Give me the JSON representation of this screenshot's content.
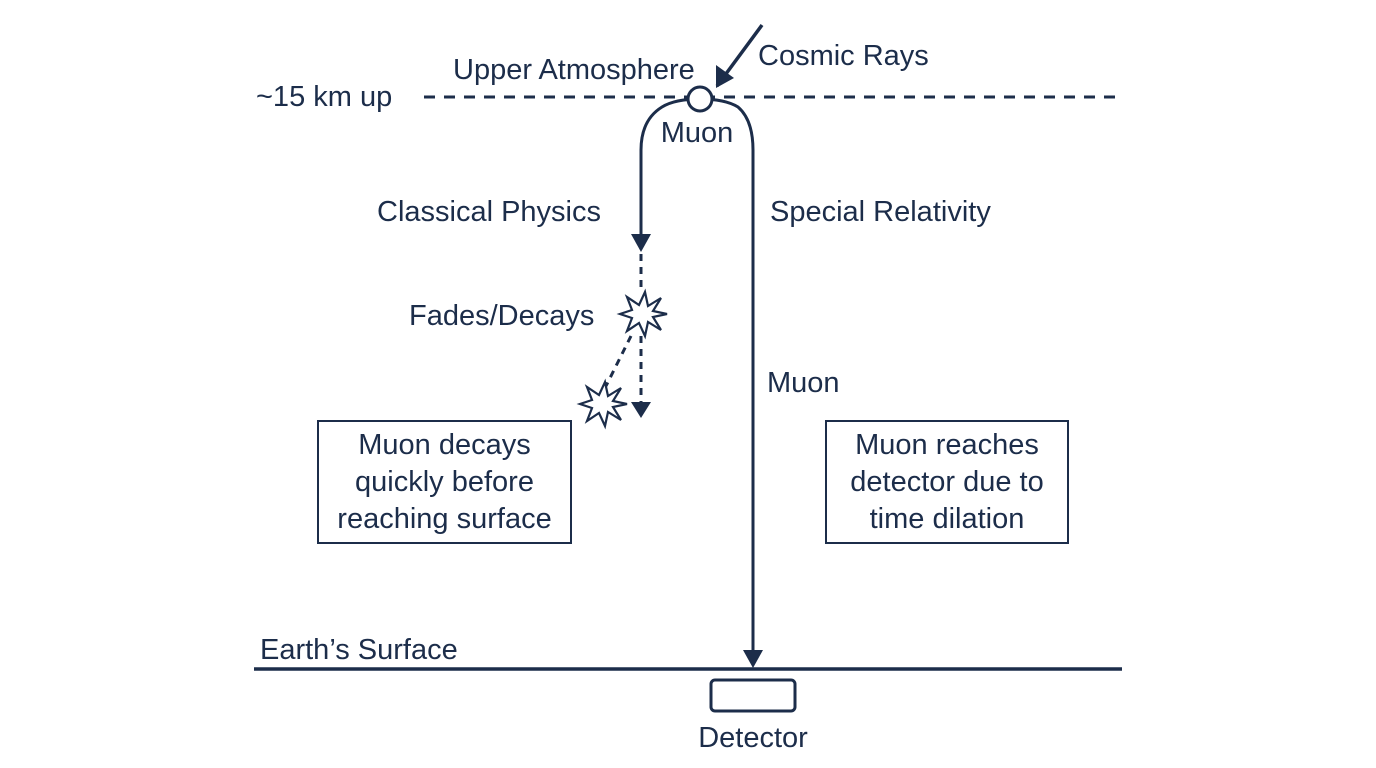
{
  "labels": {
    "altitude": "~15 km up",
    "upper_atmosphere": "Upper Atmosphere",
    "cosmic_rays": "Cosmic Rays",
    "muon_top": "Muon",
    "classical_physics": "Classical Physics",
    "special_relativity": "Special Relativity",
    "fades_decays": "Fades/Decays",
    "muon_side": "Muon",
    "earths_surface": "Earth’s Surface",
    "detector": "Detector"
  },
  "boxes": {
    "classical": [
      "Muon decays",
      "quickly before",
      "reaching surface"
    ],
    "relativity": [
      "Muon reaches",
      "detector due to",
      "time dilation"
    ]
  },
  "colors": {
    "ink": "#1c2d4a",
    "background": "#ffffff"
  }
}
